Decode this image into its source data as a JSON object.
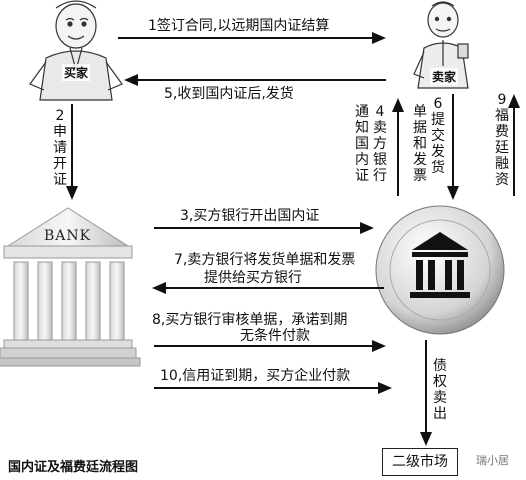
{
  "actors": {
    "buyer": "买家",
    "seller": "卖家",
    "buyer_bank_sign": "BANK",
    "secondary_market": "二级市场"
  },
  "steps": {
    "s1": "1签订合同,以远期国内证结算",
    "s2": "2申请开证",
    "s3": "3,买方银行开出国内证",
    "s4": "4卖方银行通知国内证",
    "s5": "5,收到国内证后,发货",
    "s6": "6提交发货单据和发票",
    "s7_line1": "7,卖方银行将发货单据和发票",
    "s7_line2": "提供给买方银行",
    "s8_line1": "8,买方银行审核单据，承诺到期",
    "s8_line2": "无条件付款",
    "s9": "9福费廷融资",
    "s10": "10,信用证到期，买方企业付款",
    "s11": "债权卖出"
  },
  "caption": "国内证及福费廷流程图",
  "watermark": "瑞小居"
}
